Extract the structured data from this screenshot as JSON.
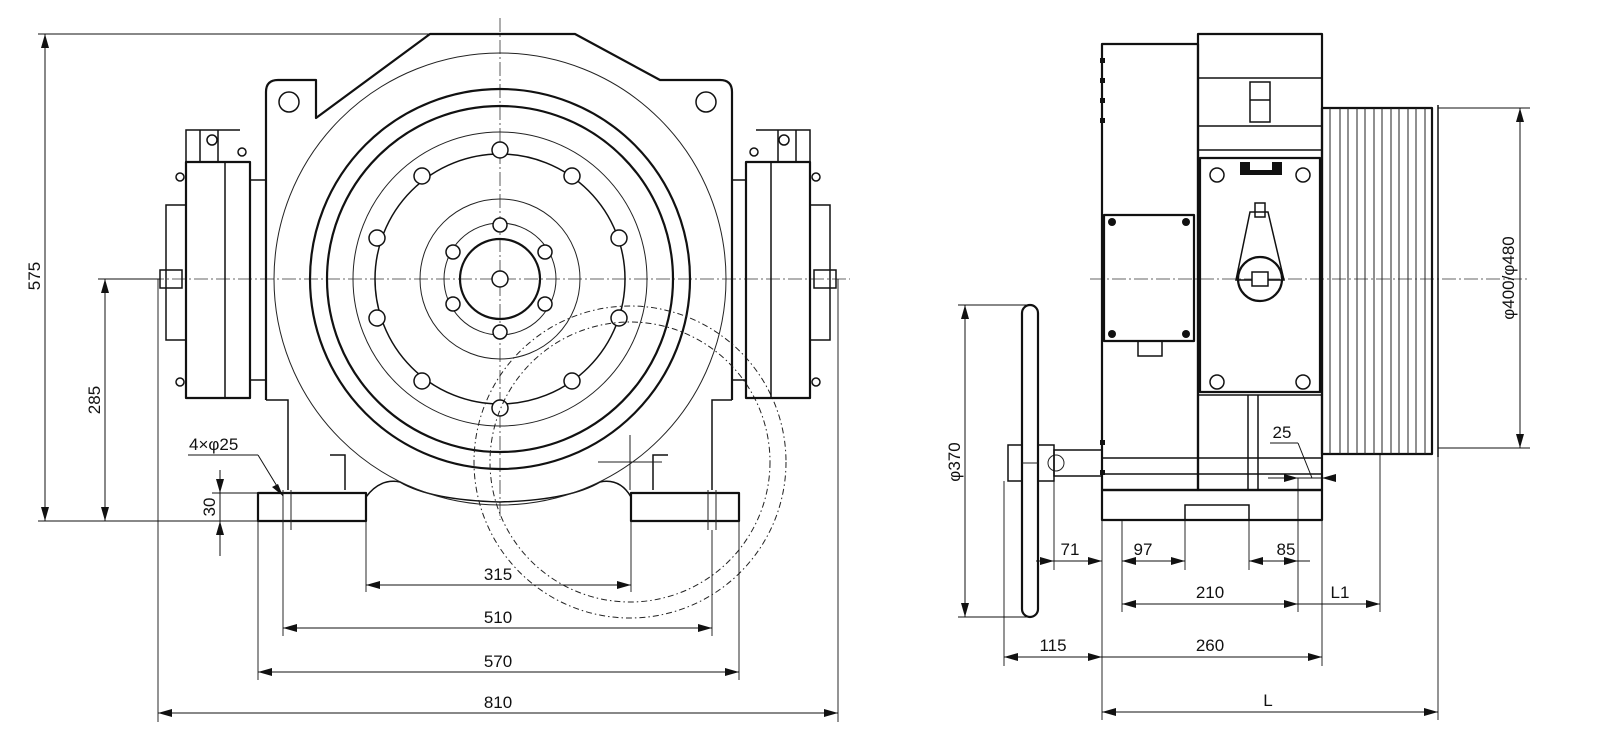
{
  "front_view": {
    "dim_575": "575",
    "dim_285": "285",
    "dim_30": "30",
    "hole_note": "4×φ25",
    "dim_315": "315",
    "dim_510": "510",
    "dim_570": "570",
    "dim_810": "810"
  },
  "side_view": {
    "dim_sheave_dia": "φ400/φ480",
    "dim_handwheel_dia": "φ370",
    "dim_25": "25",
    "dim_71": "71",
    "dim_97": "97",
    "dim_85": "85",
    "dim_210": "210",
    "dim_L1": "L1",
    "dim_115": "115",
    "dim_260": "260",
    "dim_L": "L"
  }
}
